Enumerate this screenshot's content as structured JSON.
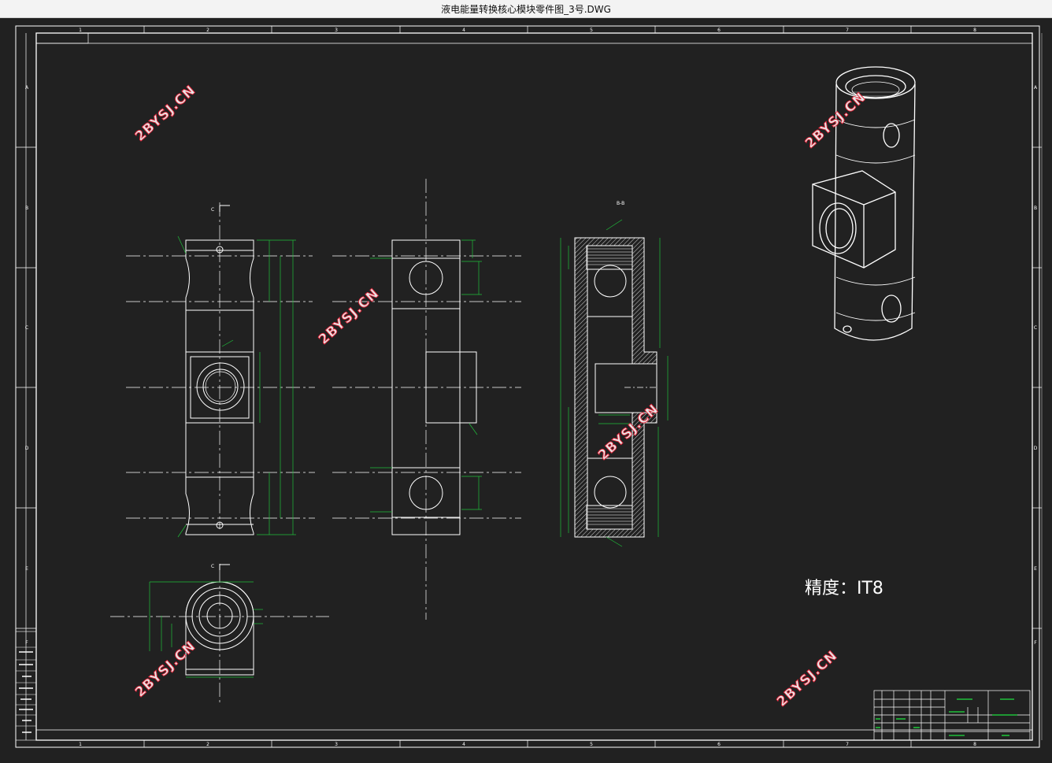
{
  "window": {
    "title": "液电能量转换核心模块零件图_3号.DWG"
  },
  "frame": {
    "columns": [
      "1",
      "2",
      "3",
      "4",
      "5",
      "6",
      "7",
      "8"
    ],
    "rows": [
      "A",
      "B",
      "C",
      "D",
      "E",
      "F"
    ]
  },
  "views": {
    "view_label_top": "C",
    "view_label_bottom": "C",
    "section_label": "B-B"
  },
  "note": {
    "precision": "精度：IT8"
  },
  "watermark": {
    "text": "2BYSJ.CN"
  },
  "colors": {
    "background": "#212121",
    "line": "#ffffff",
    "dimension": "#1fbf3a",
    "watermark": "#e8253a"
  }
}
